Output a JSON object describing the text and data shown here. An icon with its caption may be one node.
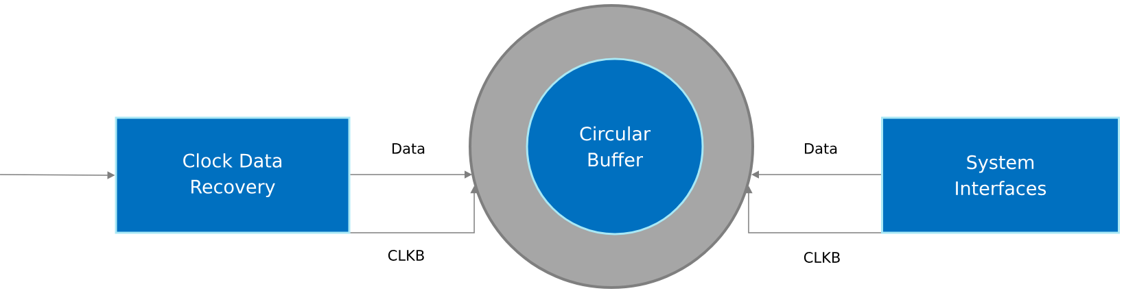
{
  "diagram": {
    "nodes": [
      {
        "text": [
          "Clock Data Recovery"
        ]
      },
      {
        "text": [],
        "shape": "circle"
      },
      {
        "text": [
          "Circular Buffer"
        ],
        "in": 1
      },
      {
        "text": [
          "System Interfaces"
        ]
      }
    ],
    "edges": [
      {
        "from": null,
        "to": 0,
        "arrow": "to"
      },
      {
        "from": 0,
        "to": 1,
        "arrow": "to",
        "label": "Data"
      },
      {
        "from": 0,
        "to": 1,
        "arrow": "to",
        "label": "CLKB"
      },
      {
        "from": 3,
        "to": 1,
        "arrow": "to",
        "label": "Data"
      },
      {
        "from": 3,
        "to": 1,
        "arrow": "to",
        "label": "CLKB"
      }
    ]
  }
}
